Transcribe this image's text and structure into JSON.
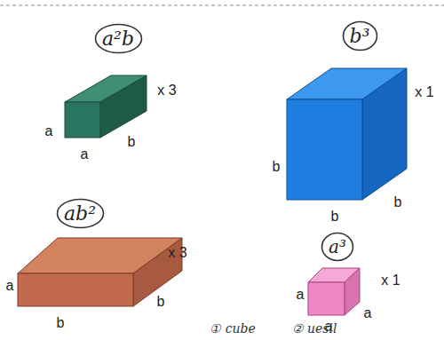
{
  "diagram": {
    "nodes": [
      {
        "text": [
          "a²b"
        ]
      },
      {
        "text": [
          "b³"
        ]
      },
      {
        "text": [
          "ab²"
        ]
      },
      {
        "text": [
          "a³"
        ]
      }
    ],
    "labels": [
      "x 3",
      "a",
      "a",
      "b",
      "x 1",
      "b",
      "b",
      "b",
      "x 3",
      "a",
      "b",
      "b",
      "x 1",
      "a",
      "a",
      "a",
      "① cube",
      "② uesil"
    ]
  }
}
